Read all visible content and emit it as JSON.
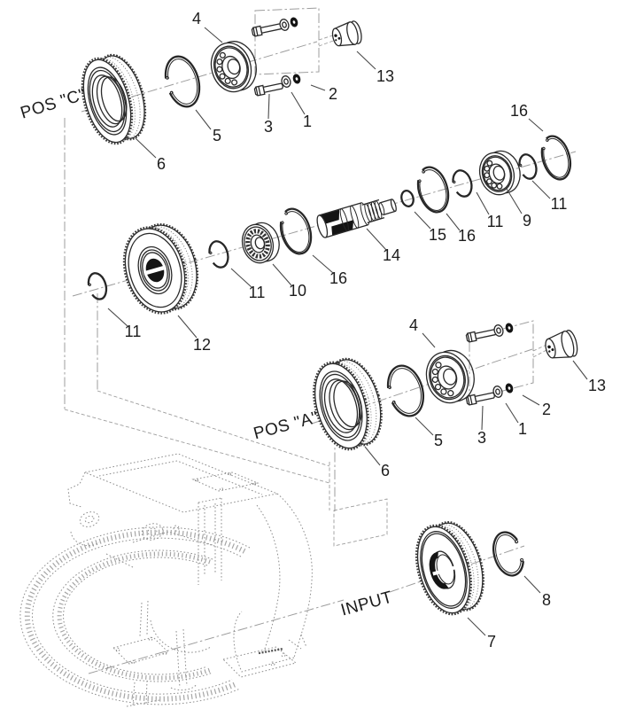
{
  "labels": {
    "pos_c": "POS \"C\"",
    "pos_a": "POS \"A\"",
    "input": "INPUT"
  },
  "nums": {
    "n1": "1",
    "n2": "2",
    "n3": "3",
    "n4": "4",
    "n5": "5",
    "n6": "6",
    "n7": "7",
    "n8": "8",
    "n9": "9",
    "n10": "10",
    "n11": "11",
    "n12": "12",
    "n13": "13",
    "n14": "14",
    "n15": "15",
    "n16": "16"
  },
  "colors": {
    "ink": "#2a2a2a",
    "construction_line": "#9d9d9d",
    "ghost_housing": "#8e8e8e",
    "dark_fill": "#141414",
    "background": "#ffffff"
  }
}
